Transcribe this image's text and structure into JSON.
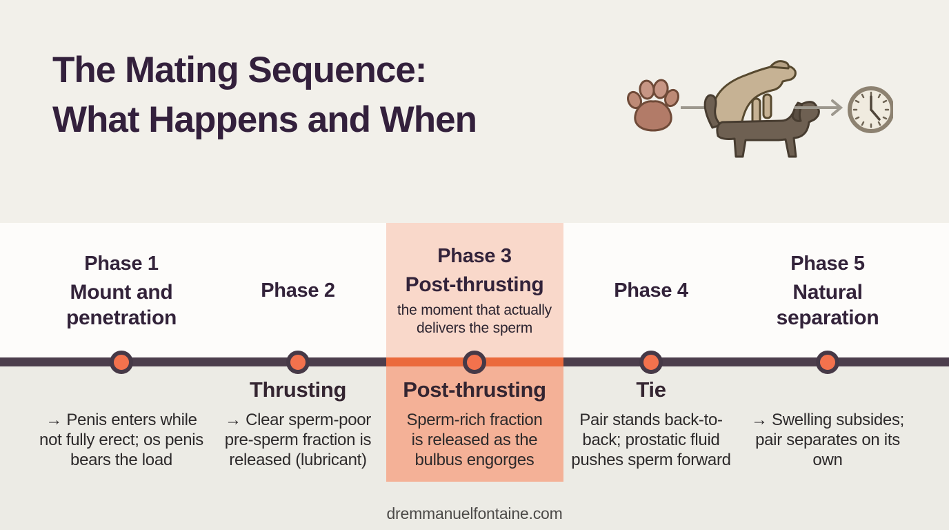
{
  "title": {
    "line1": "The Mating Sequence:",
    "line2": "What Happens and When"
  },
  "header_icons": [
    {
      "name": "paw-icon"
    },
    {
      "name": "mating-dogs-icon"
    },
    {
      "name": "clock-icon"
    }
  ],
  "colors": {
    "background_top": "#f2f0ea",
    "band_white": "#fdfcfa",
    "band_below": "#ecebe5",
    "timeline_dark": "#4c3e4c",
    "timeline_orange": "#eb6a3c",
    "dot_fill": "#f3724d",
    "dot_ring": "#463947",
    "highlight_top": "#f9d8ca",
    "highlight_bottom": "#f4b197",
    "heading_text": "#33203c",
    "body_text": "#2d2a2b"
  },
  "timeline": {
    "phases": [
      {
        "label": "Phase 1",
        "name_top": "Mount and\npenetration",
        "desc": "→ Penis enters while\nnot fully erect; os penis\nbears the load",
        "highlight": false
      },
      {
        "label": "Phase 2",
        "title_below": "Thrusting",
        "desc": "→ Clear sperm-poor\npre-sperm fraction is\nreleased (lubricant)",
        "highlight": false
      },
      {
        "label": "Phase 3",
        "name_top": "Post-thrusting",
        "subtitle_top": "the moment that actually\ndelivers the sperm",
        "title_below": "Post-thrusting",
        "desc": "Sperm-rich fraction\nis released as the\nbulbus engorges",
        "highlight": true
      },
      {
        "label": "Phase 4",
        "title_below": "Tie",
        "desc": "Pair stands back-to-\nback; prostatic fluid\npushes sperm forward",
        "highlight": false
      },
      {
        "label": "Phase 5",
        "name_top": "Natural\nseparation",
        "desc": "→ Swelling subsides;\npair separates on its\nown",
        "highlight": false
      }
    ]
  },
  "footer": {
    "website": "dremmanuelfontaine.com"
  }
}
